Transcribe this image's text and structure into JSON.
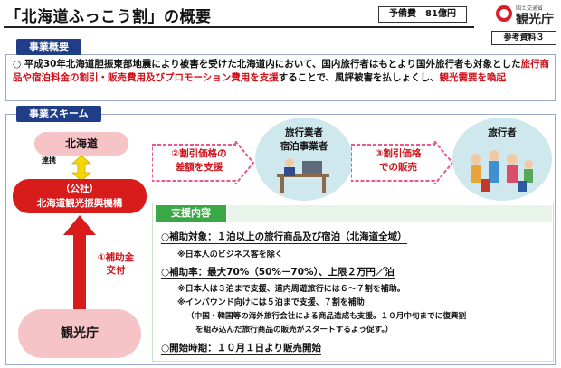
{
  "header": {
    "title": "「北海道ふっこう割」の概要",
    "budget": "予備費　81億円",
    "agency_sub": "国土交通省",
    "agency_name": "観光庁",
    "reference": "参考資料３"
  },
  "overview": {
    "tab": "事業概要",
    "lead": "○ 平成30年北海道胆振東部地震により被害を受けた北海道内において、国内旅行者はもとより国外旅行者も対象とした",
    "highlight1": "旅行商品や宿泊料金の割引・販売費用及びプロモーション費用を支援",
    "mid": "することで、風評被害を払しょくし、",
    "highlight2": "観光需要を喚起"
  },
  "scheme": {
    "tab": "事業スキーム",
    "hokkaido": "北海道",
    "renkei": "連携",
    "org_line1": "（公社）",
    "org_line2": "北海道観光振興機構",
    "kankocho": "観光庁",
    "subsidy": "①補助金\n交付",
    "step2": "②割引価格の\n差額を支援",
    "operators": "旅行業者\n宿泊事業者",
    "step3": "③割引価格\nでの販売",
    "travelers": "旅行者"
  },
  "support": {
    "tab": "支援内容",
    "target_label": "○補助対象：",
    "target_value": "１泊以上の旅行商品及び宿泊（北海道全域）",
    "target_note": "※日本人のビジネス客を除く",
    "rate_label": "○補助率",
    "rate_value": "：最大70%（50%－70%）、上限２万円／泊",
    "rate_note1": "※日本人は３泊まで支援、道内周遊旅行には６～７割を補助。",
    "rate_note2": "※インバウンド向けには５泊まで支援、７割を補助",
    "rate_note3": "（中国・韓国等の海外旅行会社による商品造成も支援。１０月中旬までに復興割",
    "rate_note4": "を組み込んだ旅行商品の販売がスタートするよう促す。）",
    "start_label": "○開始時期",
    "start_value": "：１０月１日より販売開始"
  },
  "colors": {
    "navy": "#1f3e87",
    "red": "#d81c1c",
    "pink": "#f6c3c6",
    "green": "#3aa845",
    "light_blue": "#cfe8ee"
  }
}
